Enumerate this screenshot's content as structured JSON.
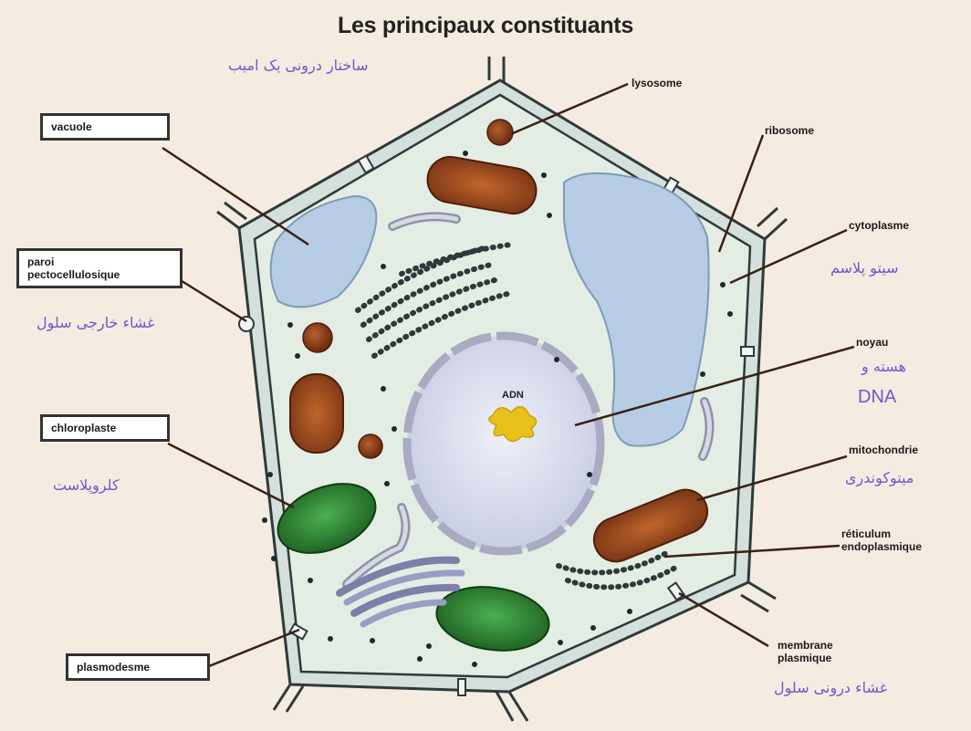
{
  "title": "Les principaux constituants",
  "subtitle_fa": "ساختار درونی یک امیب",
  "labels": {
    "vacuole": "vacuole",
    "paroi_1": "paroi",
    "paroi_2": "pectocellulosique",
    "paroi_fa": "غشاء خارجی سلول",
    "chloroplaste": "chloroplaste",
    "chloroplaste_fa": "کلروپلاست",
    "plasmodesme": "plasmodesme",
    "lysosome": "lysosome",
    "ribosome": "ribosome",
    "cytoplasme": "cytoplasme",
    "cytoplasme_fa": "سیتو پلاسم",
    "noyau": "noyau",
    "noyau_fa": "هسته و",
    "dna": "DNA",
    "mitochondrie": "mitochondrie",
    "mitochondrie_fa": "میتوکوندری",
    "reticulum_1": "réticulum",
    "reticulum_2": "endoplasmique",
    "membrane_1": "membrane",
    "membrane_2": "plasmique",
    "membrane_fa": "غشاء درونی سلول",
    "adn": "ADN"
  },
  "colors": {
    "background": "#f4ece0",
    "cell_wall": "#c9d9d4",
    "cytoplasm": "#e4ede3",
    "vacuole": "#b7cde6",
    "nucleus": "#d9dcef",
    "mitochondria": "#8e3f1b",
    "chloroplast": "#2e7d32",
    "persian_text": "#6a5acd"
  }
}
